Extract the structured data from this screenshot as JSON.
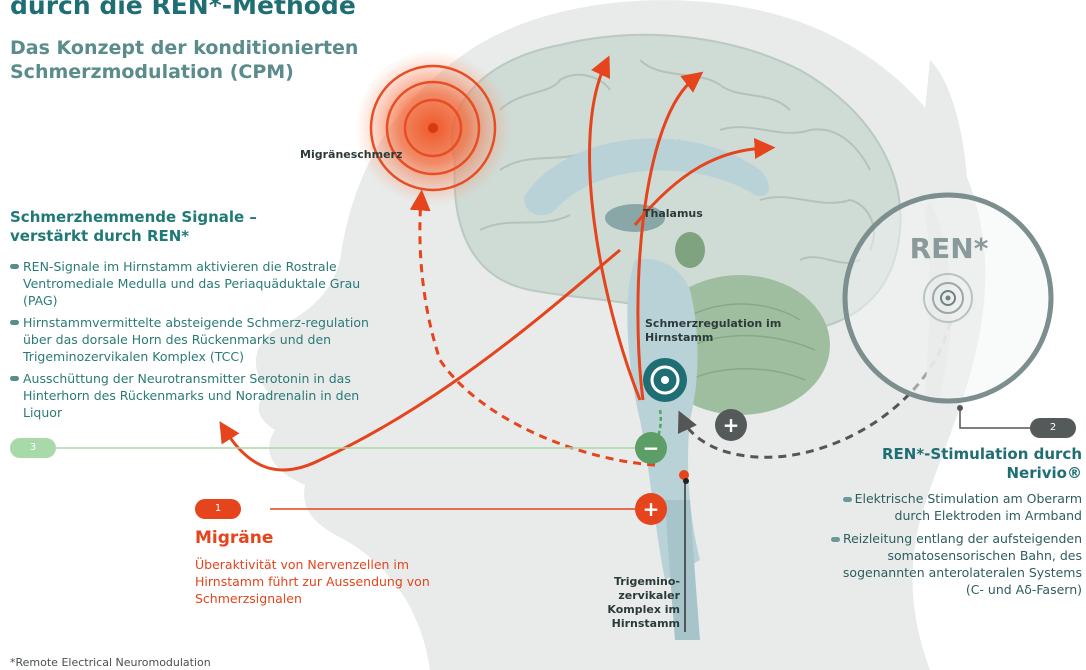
{
  "title": "durch die REN*-Methode",
  "subtitle": "Das Konzept der konditionierten Schmerzmodulation (CPM)",
  "colors": {
    "teal": "#1f6e73",
    "red": "#e5441c",
    "brain": "#cfdbd5",
    "head": "#e8ebea"
  },
  "labels": {
    "migraine_pain": "Migräneschmerz",
    "thalamus": "Thalamus",
    "brainstem_regulation": "Schmerzregulation im Hirnstamm",
    "tcc": "Trigemino-zervikaler Komplex im Hirnstamm",
    "ren_circle": "REN*"
  },
  "inhibiting": {
    "heading": "Schmerzhemmende Signale – verstärkt durch REN*",
    "bullets": [
      "REN-Signale im Hirnstamm aktivieren die Rostrale Ventromediale Medulla und das Periaquäduktale Grau (PAG)",
      "Hirnstammvermittelte absteigende Schmerz-regulation über das dorsale Horn des Rückenmarks und den Trigeminozervikalen Komplex (TCC)",
      "Ausschüttung der Neurotransmitter Serotonin in das Hinterhorn des Rückenmarks und Noradrenalin in den Liquor"
    ],
    "number": "3"
  },
  "migraine": {
    "number": "1",
    "heading": "Migräne",
    "text": "Überaktivität von Nervenzellen im Hirnstamm führt zur Aussendung von Schmerzsignalen"
  },
  "stimulation": {
    "number": "2",
    "heading": "REN*-Stimulation durch Nerivio®",
    "bullets": [
      "Elektrische Stimulation am Oberarm durch Elektroden im Armband",
      "Reizleitung entlang der aufsteigenden somatosensorischen Bahn, des sogenannten anterolateralen Systems (C- und Aδ-Fasern)"
    ]
  },
  "symbols": {
    "plus": "+",
    "minus": "−"
  },
  "footnote": "*Remote Electrical Neuromodulation"
}
